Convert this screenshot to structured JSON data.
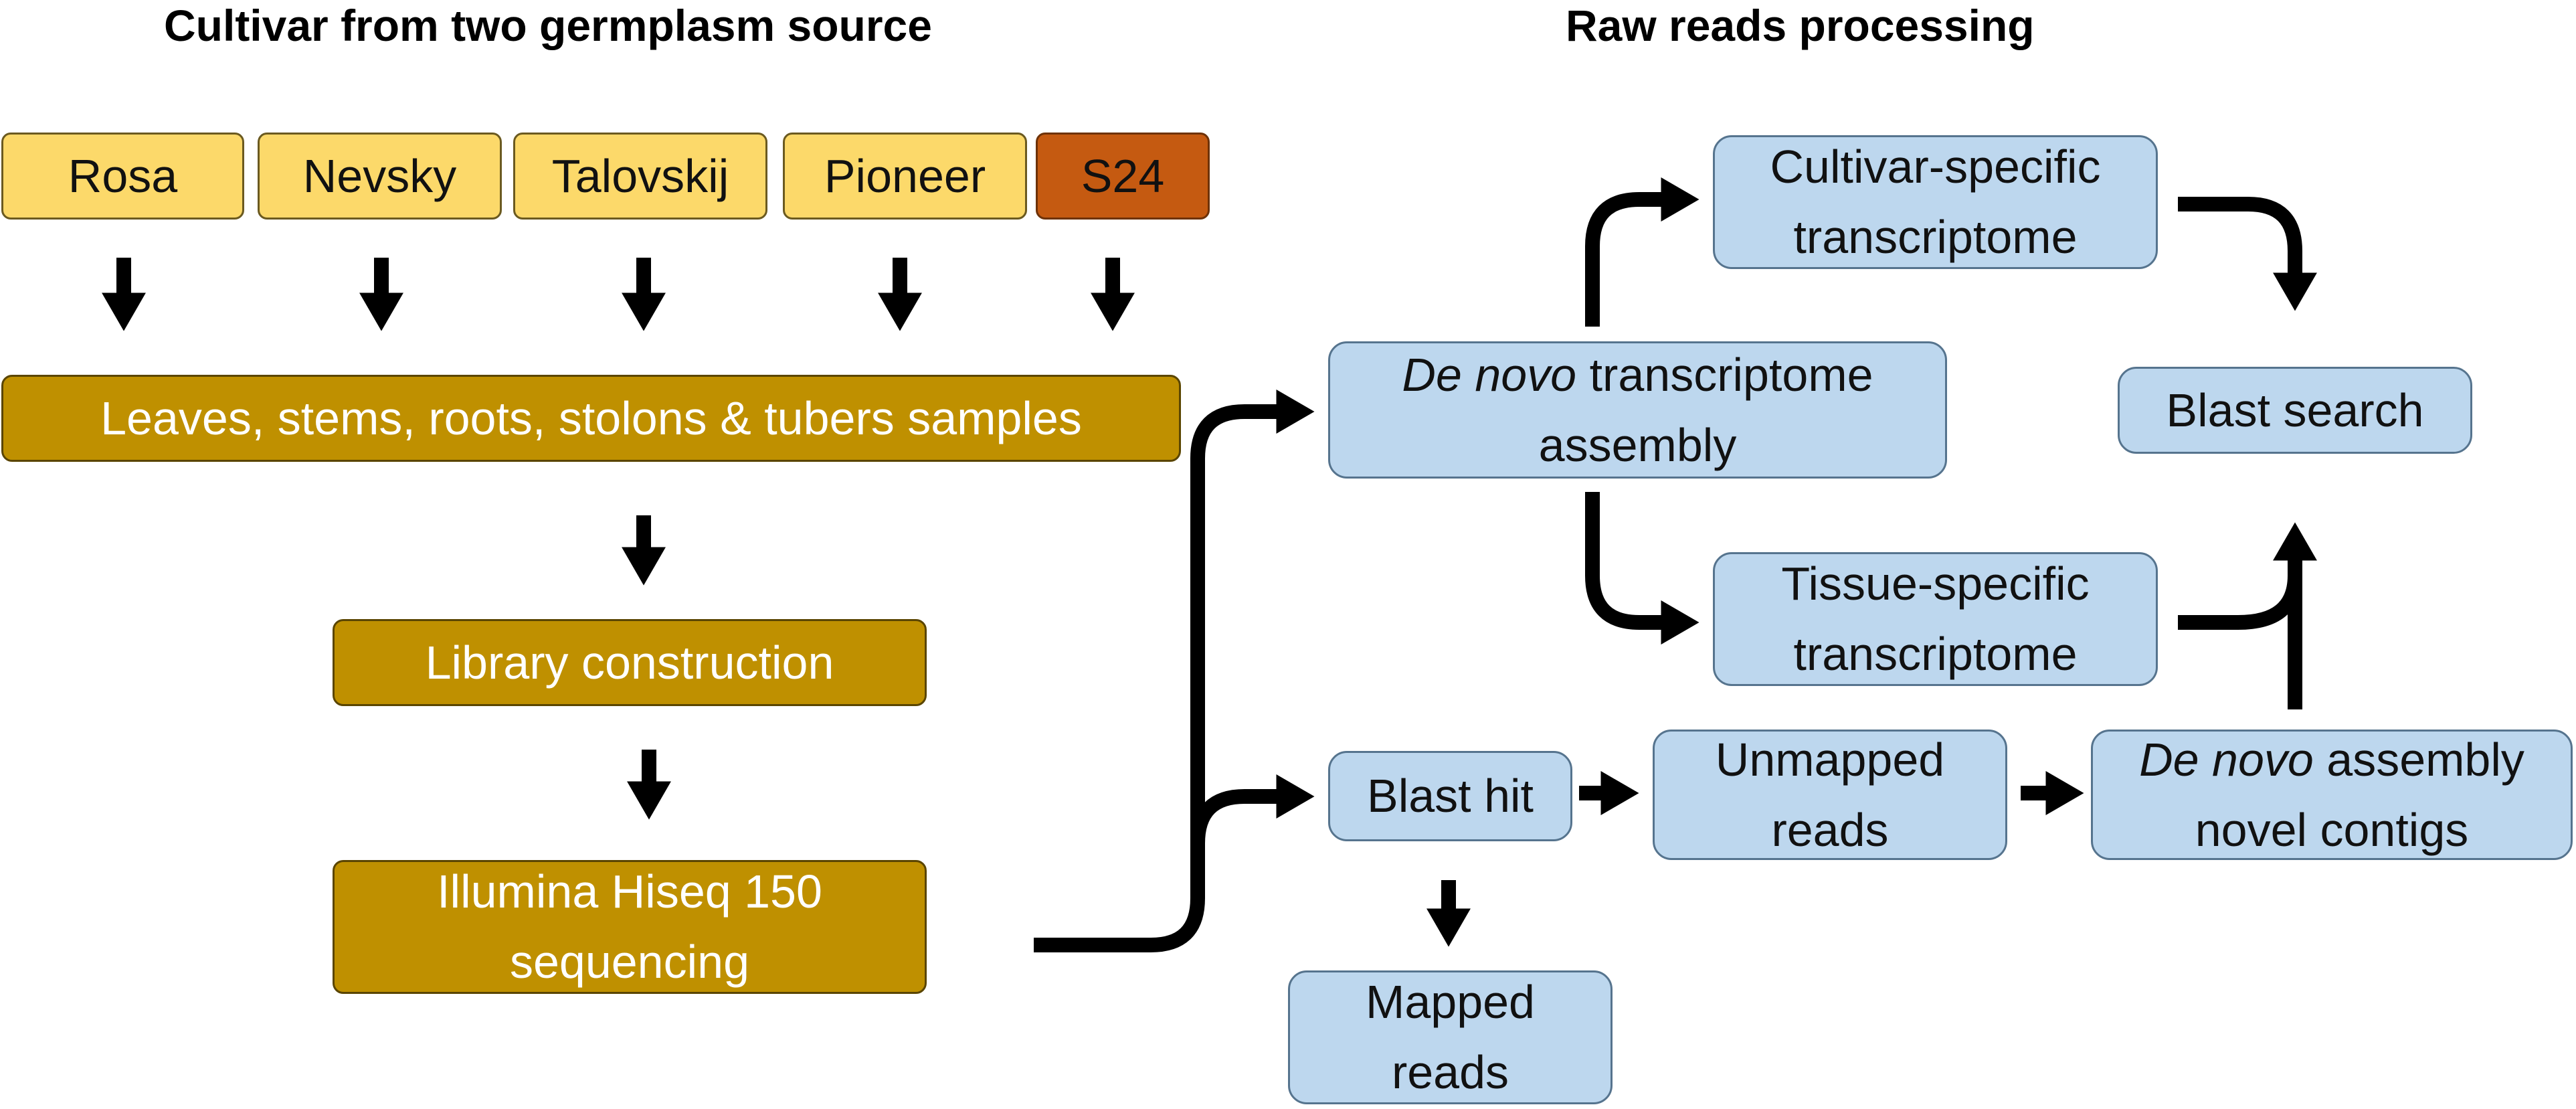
{
  "headings": {
    "left": "Cultivar from two germplasm source",
    "right": "Raw reads processing"
  },
  "cultivars": [
    "Rosa",
    "Nevsky",
    "Talovskij",
    "Pioneer",
    "S24"
  ],
  "left_flow": {
    "samples": "Leaves, stems, roots, stolons & tubers samples",
    "library": "Library construction",
    "sequencing_line1": "Illumina Hiseq 150",
    "sequencing_line2": "sequencing"
  },
  "right_flow": {
    "de_novo_italic": "De novo",
    "de_novo_rest": " transcriptome",
    "de_novo_line2": "assembly",
    "cultivar_specific_line1": "Cultivar-specific",
    "cultivar_specific_line2": "transcriptome",
    "tissue_specific_line1": "Tissue-specific",
    "tissue_specific_line2": "transcriptome",
    "blast_search": "Blast search",
    "blast_hit": "Blast hit",
    "unmapped_line1": "Unmapped",
    "unmapped_line2": "reads",
    "mapped_line1": "Mapped",
    "mapped_line2": "reads",
    "novel_italic": "De novo",
    "novel_rest": " assembly",
    "novel_line2": "novel contigs"
  },
  "colors": {
    "cultivar_fill": "#fcd96a",
    "s24_fill": "#c55a11",
    "sample_fill": "#bf9000",
    "process_fill": "#bdd7ee",
    "arrow": "#000000"
  }
}
